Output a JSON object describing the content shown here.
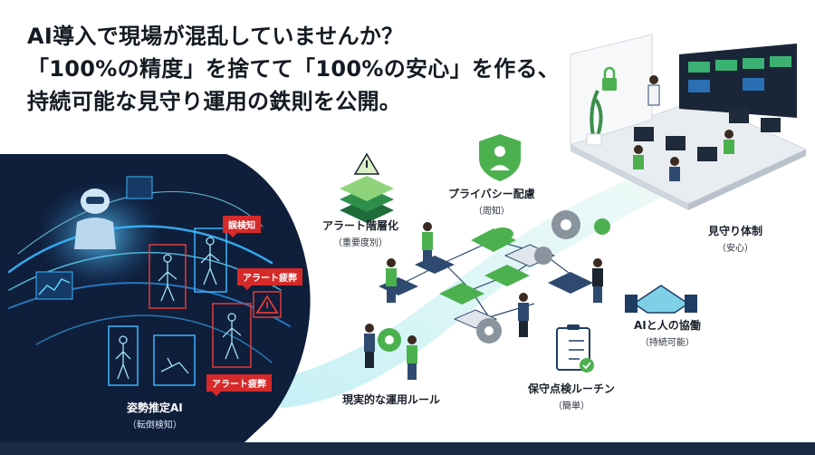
{
  "headline": {
    "line1": "AI導入で現場が混乱していませんか？",
    "line2": "「100%の精度」を捨てて「100%の安心」を作る、",
    "line3": "持続可能な見守り運用の鉄則を公開。"
  },
  "alerts": {
    "false_detection": "誤検知",
    "fatigue_1": "アラート疲弊",
    "fatigue_2": "アラート疲弊"
  },
  "labels": {
    "pose": {
      "title": "姿勢推定AI",
      "sub": "（転倒検知）"
    },
    "alert_tier": {
      "title": "アラート階層化",
      "sub": "（重要度別）"
    },
    "privacy": {
      "title": "プライバシー配慮",
      "sub": "（周知）"
    },
    "monitoring": {
      "title": "見守り体制",
      "sub": "（安心）"
    },
    "collab": {
      "title": "AIと人の協働",
      "sub": "（持続可能）"
    },
    "maintenance": {
      "title": "保守点検ルーチン",
      "sub": "（簡単）"
    },
    "rules": {
      "title": "現実的な運用ルール"
    }
  },
  "colors": {
    "dark_panel": "#0f1e3a",
    "neon_blue": "#38b6ff",
    "alert_red": "#d62a2a",
    "green": "#4cb04f",
    "teal_flow": "#7fd8e8",
    "gear_gray": "#8a949e",
    "navy_shape": "#2f4a70"
  },
  "icons": [
    "robot-icon",
    "warning-icon",
    "layers-warning-icon",
    "privacy-shield-icon",
    "handshake-icon",
    "checklist-icon",
    "gear-icon",
    "lock-icon"
  ]
}
